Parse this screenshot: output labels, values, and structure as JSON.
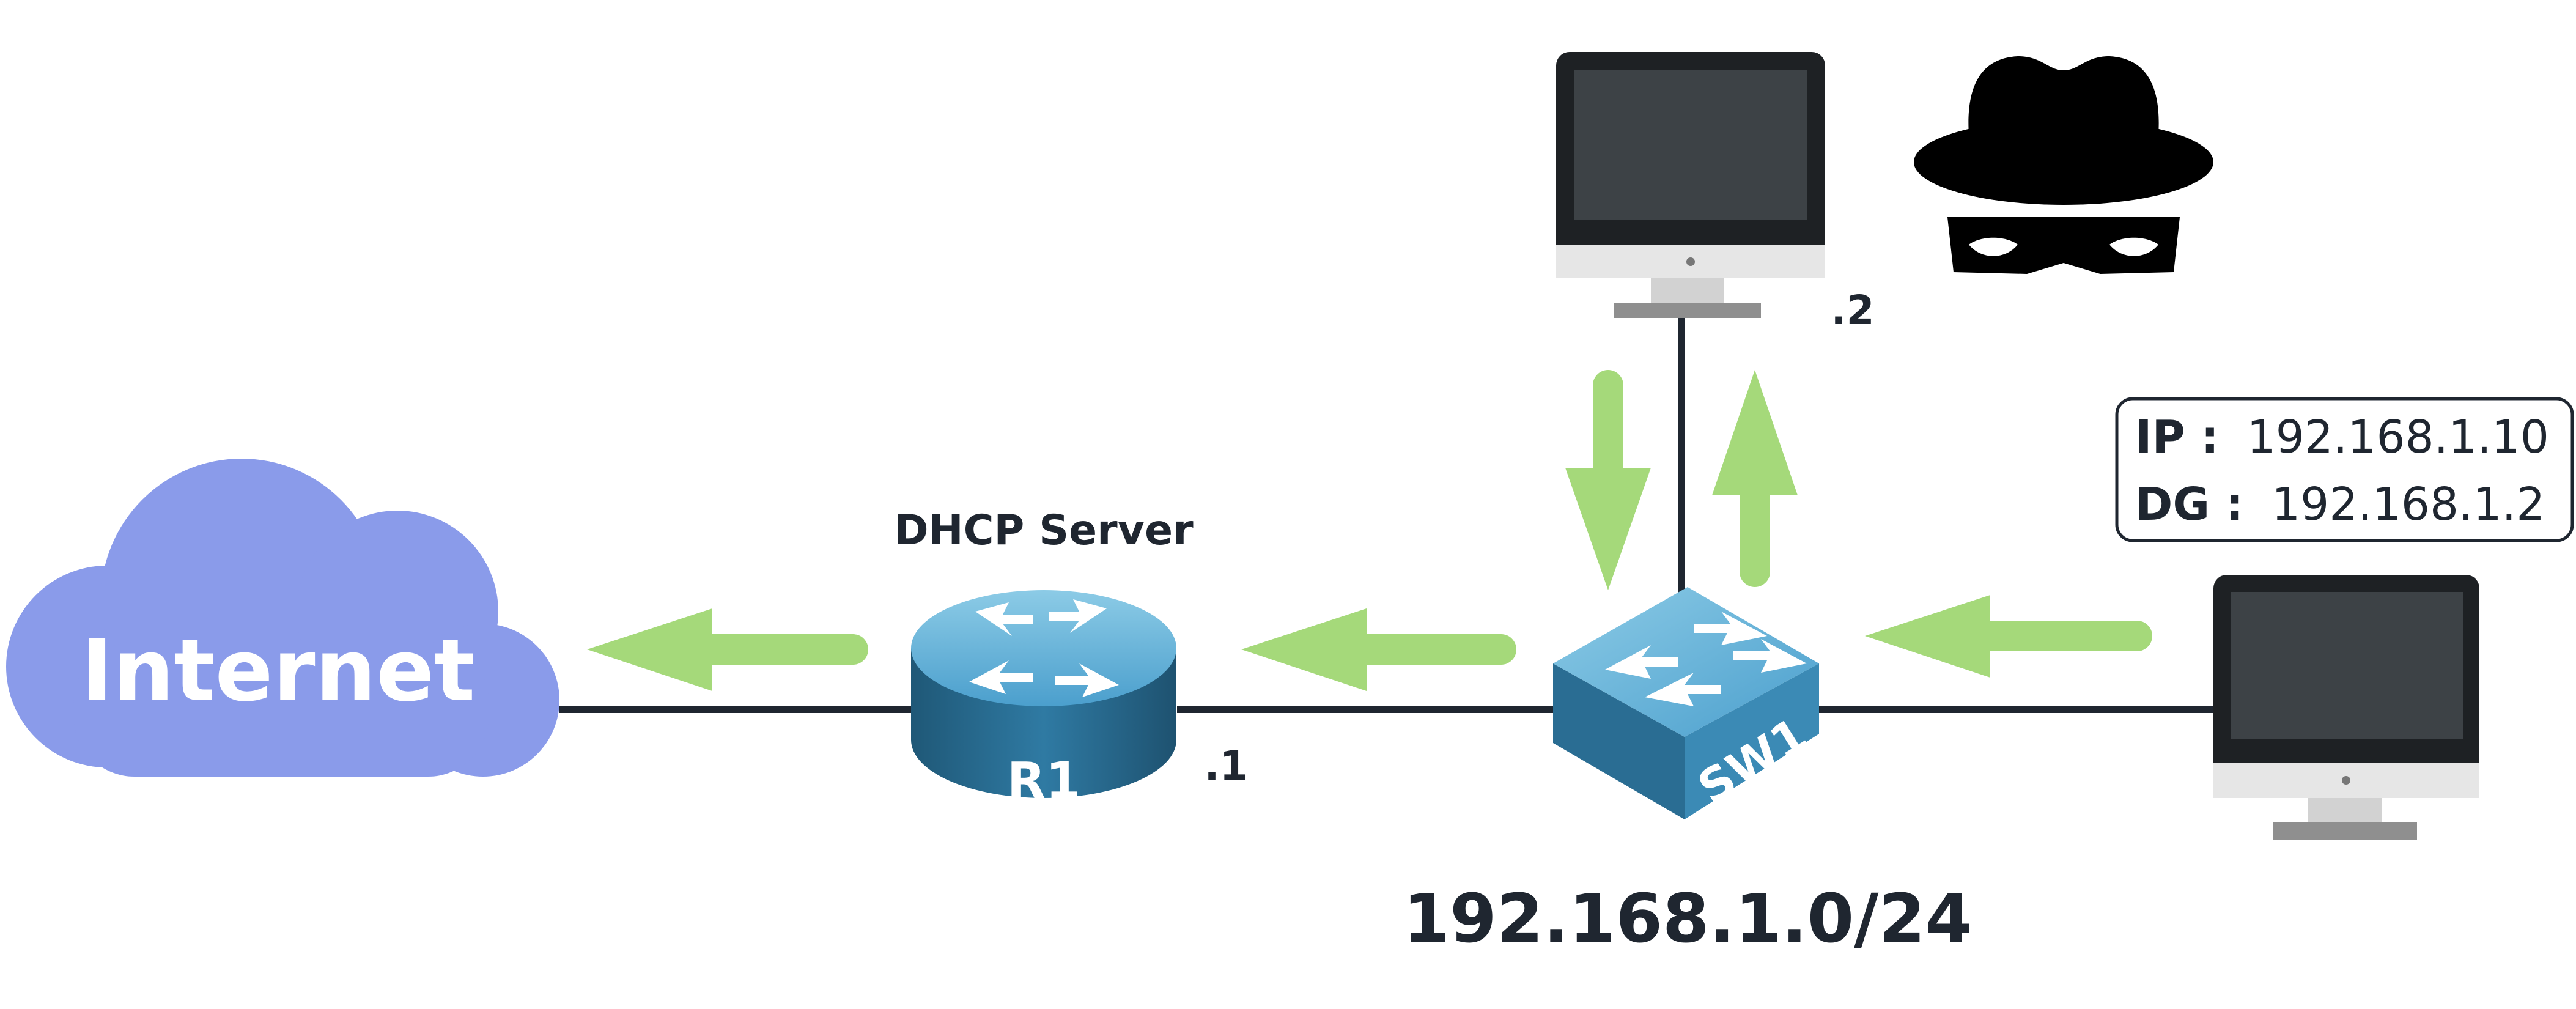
{
  "diagram": {
    "cloud": {
      "label": "Internet",
      "color": "#8a9bea"
    },
    "router": {
      "label": "R1",
      "role_label": "DHCP Server",
      "ip_suffix": ".1"
    },
    "switch": {
      "label": "SW1"
    },
    "attacker": {
      "ip_suffix": ".2"
    },
    "client": {
      "ip_label": "IP :",
      "ip_value": "192.168.1.10",
      "dg_label": "DG :",
      "dg_value": "192.168.1.2"
    },
    "network_label": "192.168.1.0/24",
    "colors": {
      "arrow": "#a5d97a",
      "link": "#1f2630",
      "device_blue": "#4f97bd",
      "screen": "#3d4246",
      "bezel": "#1e2124"
    }
  }
}
